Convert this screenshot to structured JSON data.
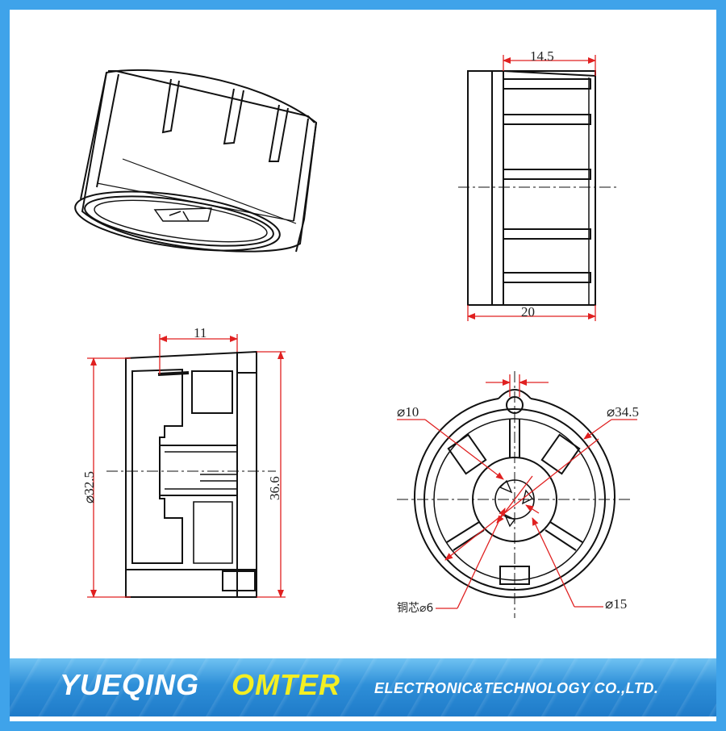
{
  "colors": {
    "frame": "#3fa3ea",
    "dimension": "#e02020",
    "outline": "#111111",
    "company_highlight": "#f3ee23"
  },
  "side_view": {
    "top_dim": "14.5",
    "bottom_dim": "20"
  },
  "section_view": {
    "top_dim": "11",
    "left_dim": "⌀32.5",
    "right_dim": "36.6"
  },
  "bottom_view": {
    "dia_10": "⌀10",
    "dia_34_5": "⌀34.5",
    "dia_15": "⌀15",
    "core": "铜芯⌀6"
  },
  "banner": {
    "name1": "YUEQING",
    "name2": "OMTER",
    "rest": "ELECTRONIC&TECHNOLOGY  CO.,LTD."
  }
}
